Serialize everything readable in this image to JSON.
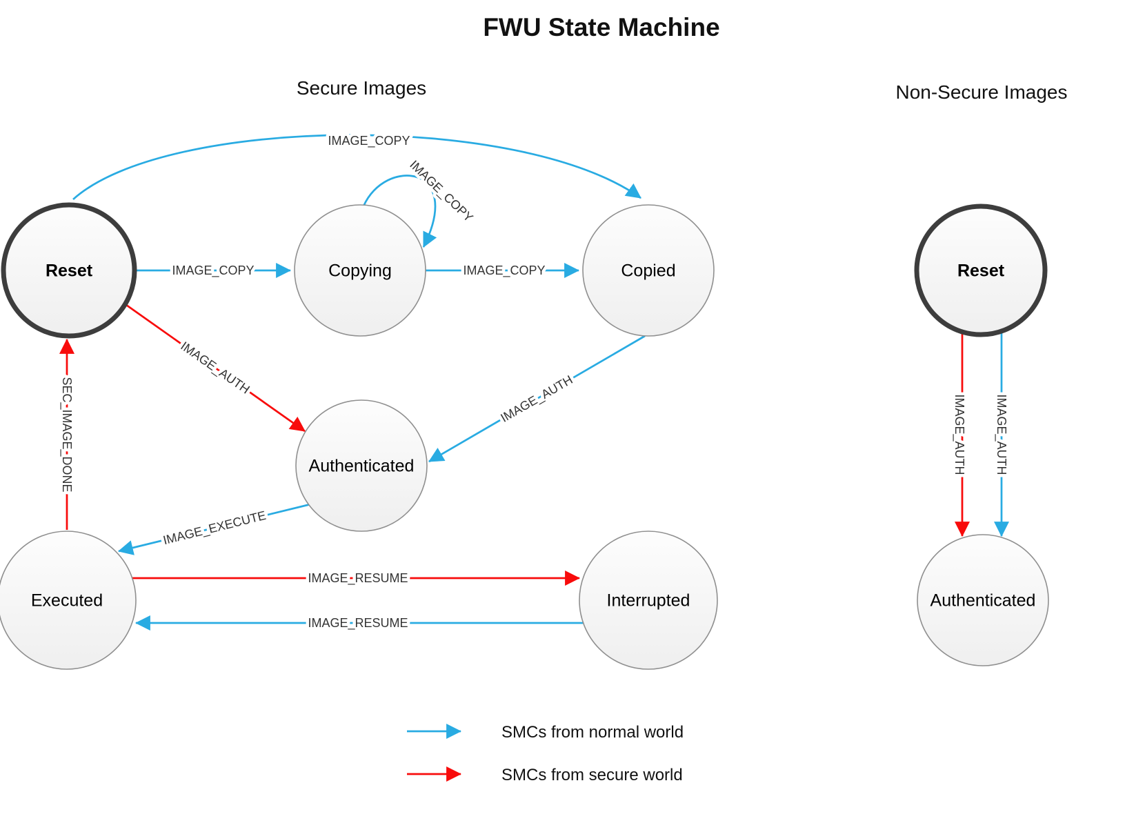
{
  "title": "FWU State Machine",
  "sections": {
    "secure": "Secure Images",
    "non_secure": "Non-Secure Images"
  },
  "colors": {
    "normal_world": "#29ABE2",
    "secure_world": "#F80B0B"
  },
  "nodes": {
    "reset_secure": {
      "label": "Reset"
    },
    "copying": {
      "label": "Copying"
    },
    "copied": {
      "label": "Copied"
    },
    "authenticated_secure": {
      "label": "Authenticated"
    },
    "executed": {
      "label": "Executed"
    },
    "interrupted": {
      "label": "Interrupted"
    },
    "reset_nonsecure": {
      "label": "Reset"
    },
    "authenticated_nonsecure": {
      "label": "Authenticated"
    }
  },
  "edges": {
    "reset_to_copied": {
      "label": "IMAGE_COPY",
      "world": "normal"
    },
    "reset_to_copying": {
      "label": "IMAGE_COPY",
      "world": "normal"
    },
    "copying_self_loop": {
      "label": "IMAGE_COPY",
      "world": "normal"
    },
    "copying_to_copied": {
      "label": "IMAGE_COPY",
      "world": "normal"
    },
    "copied_to_authenticated": {
      "label": "IMAGE_AUTH",
      "world": "normal"
    },
    "reset_to_authenticated": {
      "label": "IMAGE_AUTH",
      "world": "secure"
    },
    "authenticated_to_executed": {
      "label": "IMAGE_EXECUTE",
      "world": "normal"
    },
    "executed_to_reset": {
      "label": "SEC_IMAGE_DONE",
      "world": "secure"
    },
    "executed_to_interrupted": {
      "label": "IMAGE_RESUME",
      "world": "secure"
    },
    "interrupted_to_executed": {
      "label": "IMAGE_RESUME",
      "world": "normal"
    },
    "nonsecure_reset_to_authenticated_secure": {
      "label": "IMAGE_AUTH",
      "world": "secure"
    },
    "nonsecure_reset_to_authenticated_normal": {
      "label": "IMAGE_AUTH",
      "world": "normal"
    }
  },
  "legend": {
    "normal_world": {
      "label": "SMCs from normal world"
    },
    "secure_world": {
      "label": "SMCs from secure world"
    }
  }
}
